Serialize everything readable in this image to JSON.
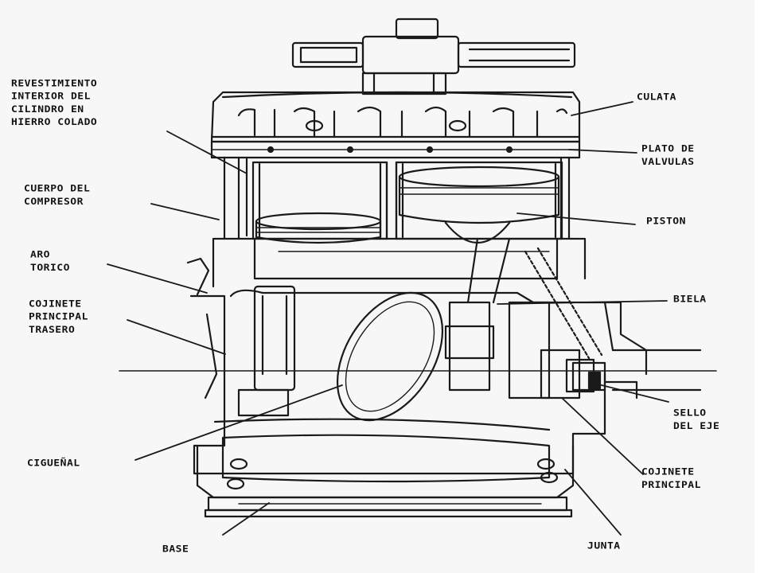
{
  "labels": {
    "revestimiento": "REVESTIMIENTO\nINTERIOR DEL\nCILINDRO EN\nHIERRO COLADO",
    "cuerpo": "CUERPO DEL\nCOMPRESOR",
    "aro_torico": "ARO\nTORICO",
    "cojinete_trasero": "COJINETE\nPRINCIPAL\nTRASERO",
    "ciguenal": "CIGUEÑAL",
    "base": "BASE",
    "culata": "CULATA",
    "plato": "PLATO DE\nVALVULAS",
    "piston": "PISTON",
    "biela": "BIELA",
    "sello": "SELLO\nDEL EJE",
    "cojinete_principal": "COJINETE\nPRINCIPAL",
    "junta": "JUNTA"
  },
  "colors": {
    "ink": "#1a1a1a",
    "paper": "#f7f7f7"
  }
}
